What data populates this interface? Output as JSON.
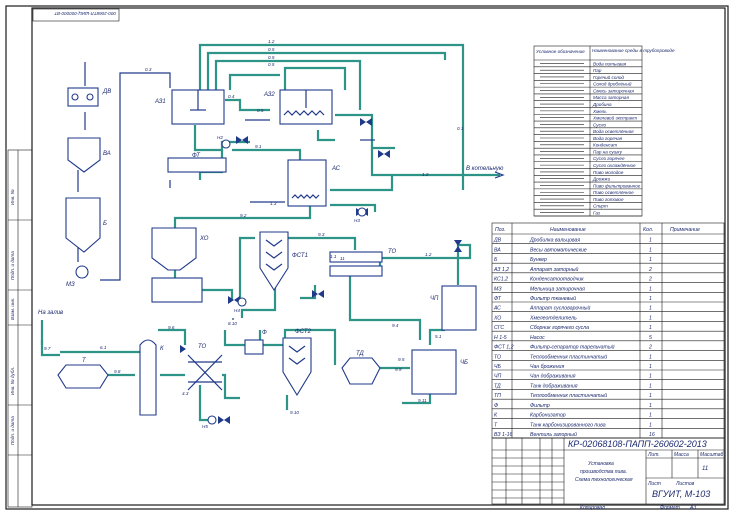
{
  "drawing_code_rotated": "000-2068ТЛ-ШИЦ-000000-ВТ",
  "sheet": {
    "code": "КР-02068108-ПАПП-260602-2013",
    "title_line1": "Установка",
    "title_line2": "производства пива.",
    "title_line3": "Схема технологическая",
    "org": "ВГУИТ, М-103",
    "letter_label": "Лит.",
    "mass_label": "Масса",
    "scale_label": "Масштаб",
    "sheet_label": "Лист",
    "sheets_label": "Листов",
    "sheets_count": "11",
    "format_label": "Формат",
    "format_value": "А3",
    "copied_label": "Копировал"
  },
  "side_labels": [
    "Инв. №",
    "Подп. и дата",
    "Взам. инв.",
    "Инв. № дубл.",
    "Подп. и дата"
  ],
  "annotations": {
    "to_drain": "На залив",
    "to_boiler": "В котельную"
  },
  "equipment_labels": {
    "DB": "ДВ",
    "VA": "ВА",
    "B": "Б",
    "MZ": "МЗ",
    "AZ1": "АЗ1",
    "AZ2": "АЗ2",
    "FT": "ФТ",
    "AS": "АС",
    "HO": "ХО",
    "FST1": "ФСТ1",
    "TO": "ТО",
    "CHP": "ЧП",
    "T": "Т",
    "K": "К",
    "TO2": "ТО",
    "F": "Ф",
    "FST2": "ФСТ2",
    "TD": "ТД",
    "CHB": "ЧБ",
    "N2": "Н2",
    "N3": "Н3",
    "N4": "Н4",
    "N5": "Н5"
  },
  "line_labels": [
    "1.2",
    "0.5",
    "0.5",
    "0.5",
    "0.3",
    "0.4",
    "0.5",
    "0.1",
    "1.2",
    "1.3",
    "9.1",
    "9.2",
    "9.3",
    "1.1",
    "1.2",
    "9.4",
    "9.5",
    "9.6",
    "8.10",
    "9.7",
    "9.8",
    "9.9",
    "6.1",
    "4.3",
    "9.10",
    "9.11",
    "5.1",
    "11"
  ],
  "legend_table": {
    "header_code": "Условное обозначение",
    "header_name": "Наименование среды в трубопроводе",
    "rows": [
      "Вода питьевая",
      "Пар",
      "Горячий солод",
      "Солод дроблёный",
      "Смесь затирочная",
      "Масса заторная",
      "Дробина",
      "Хмель",
      "Хмелевой экстракт",
      "Сусло",
      "Вода осветлённая",
      "Вода горячая",
      "Конденсат",
      "Пар на сушку",
      "Сусло горячее",
      "Сусло охлаждённое",
      "Пиво молодое",
      "Дрожжи",
      "Пиво фильтрованное",
      "Пиво осветлённое",
      "Пиво готовое",
      "Спирт",
      "Газ"
    ]
  },
  "spec_table": {
    "header_pos": "Поз.",
    "header_name": "Наименование",
    "header_qty": "Кол.",
    "header_note": "Примечание",
    "rows": [
      {
        "pos": "ДВ",
        "name": "Дробилка вальцовая",
        "qty": "1",
        "note": ""
      },
      {
        "pos": "ВА",
        "name": "Весы автоматические",
        "qty": "1",
        "note": ""
      },
      {
        "pos": "Б",
        "name": "Бункер",
        "qty": "1",
        "note": ""
      },
      {
        "pos": "АЗ 1,2",
        "name": "Аппарат заторный",
        "qty": "2",
        "note": ""
      },
      {
        "pos": "КС1,2",
        "name": "Конденсатоотводчик",
        "qty": "2",
        "note": ""
      },
      {
        "pos": "МЗ",
        "name": "Мельница затирочная",
        "qty": "1",
        "note": ""
      },
      {
        "pos": "ФТ",
        "name": "Фильтр тканевый",
        "qty": "1",
        "note": ""
      },
      {
        "pos": "АС",
        "name": "Аппарат сусловарочный",
        "qty": "1",
        "note": ""
      },
      {
        "pos": "ХО",
        "name": "Хмелеотделитель",
        "qty": "1",
        "note": ""
      },
      {
        "pos": "СГС",
        "name": "Сборник горячего сусла",
        "qty": "1",
        "note": ""
      },
      {
        "pos": "Н 1-5",
        "name": "Насос",
        "qty": "5",
        "note": ""
      },
      {
        "pos": "ФСТ 1,2",
        "name": "Фильтр-сепаратор тарельчатый",
        "qty": "2",
        "note": ""
      },
      {
        "pos": "ТО",
        "name": "Теплообменник пластинчатый",
        "qty": "1",
        "note": ""
      },
      {
        "pos": "ЧБ",
        "name": "Чан брожения",
        "qty": "1",
        "note": ""
      },
      {
        "pos": "ЧП",
        "name": "Чан дображивания",
        "qty": "1",
        "note": ""
      },
      {
        "pos": "ТД",
        "name": "Танк дображивания",
        "qty": "1",
        "note": ""
      },
      {
        "pos": "ТП",
        "name": "Теплообменник пластинчатый",
        "qty": "1",
        "note": ""
      },
      {
        "pos": "Ф",
        "name": "Фильтр",
        "qty": "1",
        "note": ""
      },
      {
        "pos": "К",
        "name": "Карбонизатор",
        "qty": "1",
        "note": ""
      },
      {
        "pos": "Т",
        "name": "Танк карбонизированного пива",
        "qty": "1",
        "note": ""
      },
      {
        "pos": "ВЗ 1-16",
        "name": "Вентиль запорный",
        "qty": "16",
        "note": ""
      }
    ]
  },
  "colors": {
    "pipe": "#2e9488",
    "equipment": "#203a8a",
    "frame": "#1b1b1b",
    "text": "#1d2a6e"
  }
}
